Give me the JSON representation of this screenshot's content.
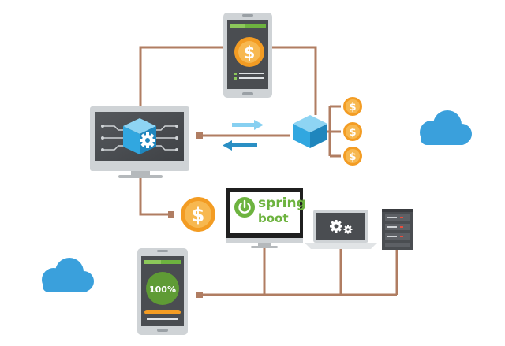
{
  "spring_boot": {
    "word_spring": "spring",
    "word_boot": "boot"
  },
  "phone_bottom": {
    "progress_text": "100%",
    "progress_value": 1.0
  },
  "coin_symbol": "$",
  "colors": {
    "connector": "#b07d62",
    "cloud": "#3aa0dc",
    "coin": "#f39c23",
    "coin_light": "#f7b850",
    "arrow_light": "#87d0f1",
    "arrow_dark": "#2a8fc4",
    "device_gray": "#cfd3d6",
    "screen_dark": "#4a4d51",
    "spring_green": "#6db33f",
    "cube_blue": "#31a7e0"
  },
  "icons": [
    "cloud-icon",
    "coin-icon",
    "gear-icon",
    "cube-icon",
    "server-rack-icon",
    "power-icon"
  ]
}
